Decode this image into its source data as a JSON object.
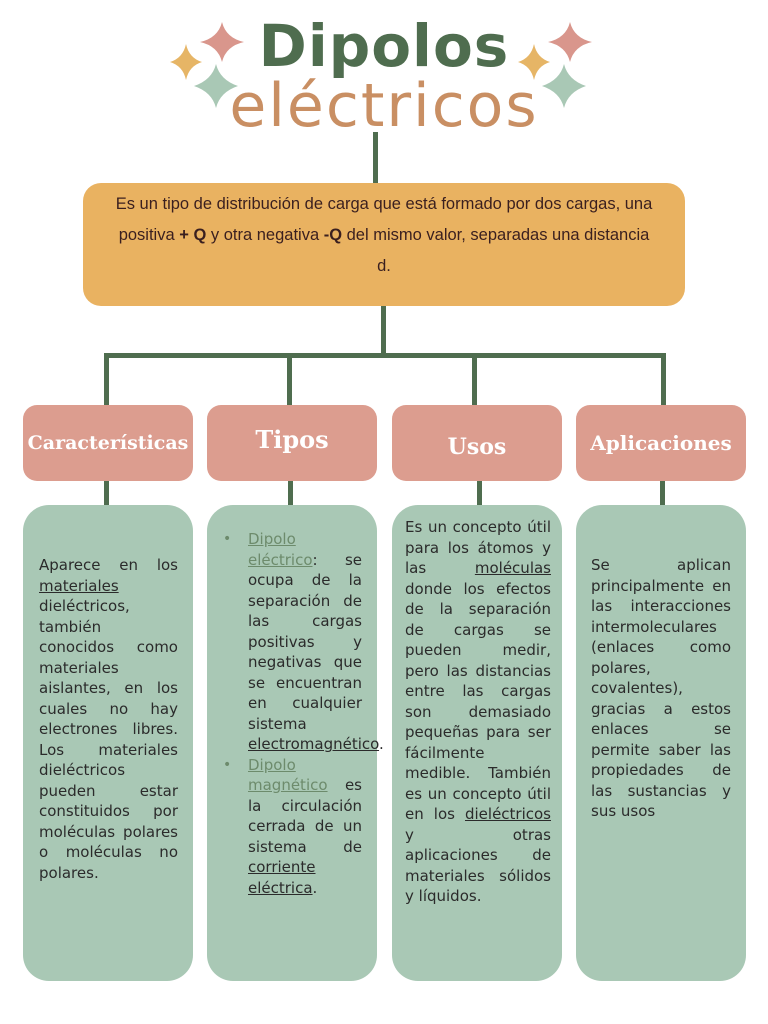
{
  "title": {
    "line1": "Dipolos",
    "line2": "eléctricos"
  },
  "definition": {
    "part1": "Es un tipo de distribución de carga que está formado por dos cargas, una positiva ",
    "positive": "+ Q",
    "part2": " y otra negativa ",
    "negative": "-Q",
    "part3": " del mismo valor, separadas una distancia d."
  },
  "categories": [
    {
      "heading": "Características",
      "content": {
        "pre": "Aparece en los ",
        "link": "materiales",
        "post": " dieléctricos, también conocidos como materiales aislantes, en los cuales no hay electrones libres. Los materiales dieléctricos pueden estar constituidos por moléculas polares o moléculas no polares."
      }
    },
    {
      "heading": "Tipos",
      "content": {
        "item1_term": "Dipolo eléctrico",
        "item1_pre": ": se ocupa de la separación de las cargas positivas y negativas que se encuentran en cualquier sistema ",
        "item1_link": "electromagnético",
        "item1_post": ".",
        "item2_term": "Dipolo magnético",
        "item2_pre": " es la circulación cerrada de un sistema de ",
        "item2_link": "corriente eléctrica",
        "item2_post": "."
      }
    },
    {
      "heading": "Usos",
      "content": {
        "pre": "Es un concepto útil para los átomos y las ",
        "link1": "moléculas",
        "mid": " donde los efectos de la separación de cargas se pueden medir, pero las distancias entre las cargas son demasiado pequeñas para ser fácilmente medible. También es un concepto útil en los ",
        "link2": "dieléctricos",
        "post": " y otras aplicaciones de materiales sólidos y líquidos."
      }
    },
    {
      "heading": "Aplicaciones",
      "content": {
        "text": "Se aplican principalmente en las interacciones intermoleculares (enlaces como polares, covalentes), gracias a estos enlaces se permite saber las propiedades de las sustancias y sus usos"
      }
    }
  ],
  "colors": {
    "title_green": "#4f6d4f",
    "title_tan": "#c98f63",
    "definition_bg": "#e9b261",
    "heading_bg": "#dc9d8f",
    "card_bg": "#a9c8b5",
    "connector": "#4f6d4f",
    "star_pink": "#d9968c",
    "star_orange": "#e6b566",
    "star_green": "#a9c8b5"
  }
}
